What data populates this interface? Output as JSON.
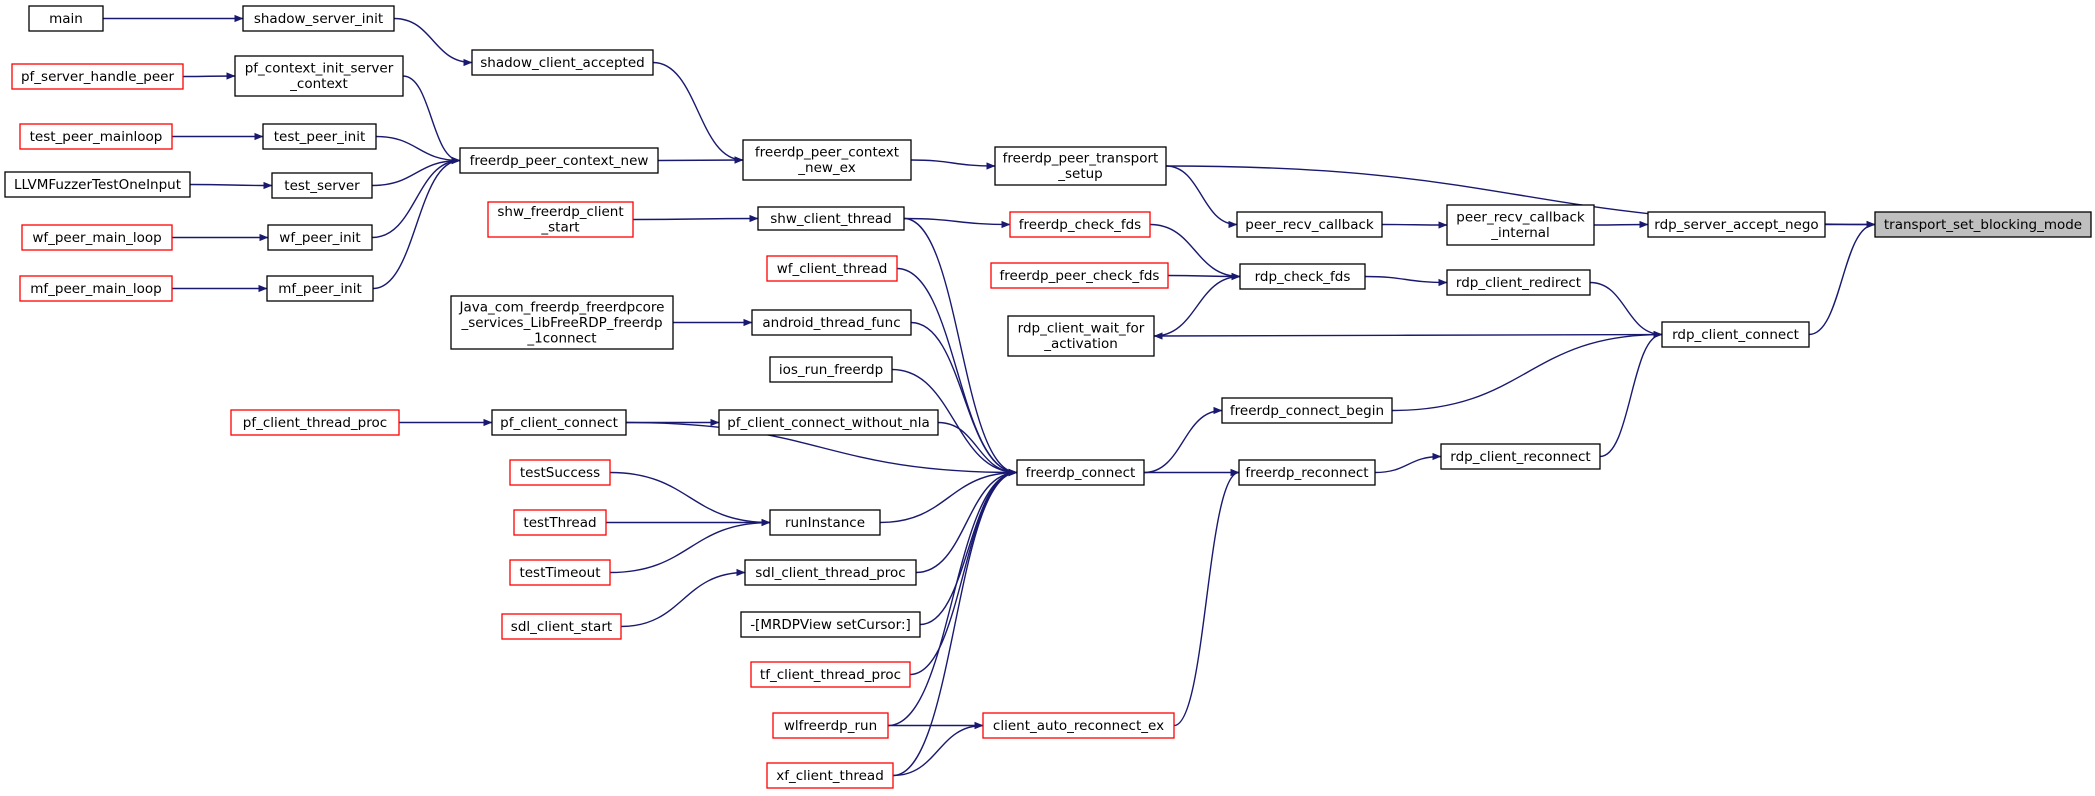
{
  "colors": {
    "edge": "#191970",
    "node_border_documented": "#000000",
    "node_border_undocumented": "#ff0000",
    "node_fill": "#ffffff",
    "root_fill": "#bfbfbf",
    "text": "#000000"
  },
  "nodes": [
    {
      "id": "main",
      "lines": [
        "main"
      ],
      "style": "black"
    },
    {
      "id": "shadow_server_init",
      "lines": [
        "shadow_server_init"
      ],
      "style": "black"
    },
    {
      "id": "shadow_client_accepted",
      "lines": [
        "shadow_client_accepted"
      ],
      "style": "black"
    },
    {
      "id": "pf_server_handle_peer",
      "lines": [
        "pf_server_handle_peer"
      ],
      "style": "red"
    },
    {
      "id": "pf_context_init_server_context",
      "lines": [
        "pf_context_init_server",
        "_context"
      ],
      "style": "black"
    },
    {
      "id": "test_peer_mainloop",
      "lines": [
        "test_peer_mainloop"
      ],
      "style": "red"
    },
    {
      "id": "test_peer_init",
      "lines": [
        "test_peer_init"
      ],
      "style": "black"
    },
    {
      "id": "LLVMFuzzerTestOneInput",
      "lines": [
        "LLVMFuzzerTestOneInput"
      ],
      "style": "black"
    },
    {
      "id": "test_server",
      "lines": [
        "test_server"
      ],
      "style": "black"
    },
    {
      "id": "wf_peer_main_loop",
      "lines": [
        "wf_peer_main_loop"
      ],
      "style": "red"
    },
    {
      "id": "wf_peer_init",
      "lines": [
        "wf_peer_init"
      ],
      "style": "black"
    },
    {
      "id": "mf_peer_main_loop",
      "lines": [
        "mf_peer_main_loop"
      ],
      "style": "red"
    },
    {
      "id": "mf_peer_init",
      "lines": [
        "mf_peer_init"
      ],
      "style": "black"
    },
    {
      "id": "freerdp_peer_context_new",
      "lines": [
        "freerdp_peer_context_new"
      ],
      "style": "black"
    },
    {
      "id": "freerdp_peer_context_new_ex",
      "lines": [
        "freerdp_peer_context",
        "_new_ex"
      ],
      "style": "black"
    },
    {
      "id": "freerdp_peer_transport_setup",
      "lines": [
        "freerdp_peer_transport",
        "_setup"
      ],
      "style": "black"
    },
    {
      "id": "peer_recv_callback",
      "lines": [
        "peer_recv_callback"
      ],
      "style": "black"
    },
    {
      "id": "peer_recv_callback_internal",
      "lines": [
        "peer_recv_callback",
        "_internal"
      ],
      "style": "black"
    },
    {
      "id": "rdp_server_accept_nego",
      "lines": [
        "rdp_server_accept_nego"
      ],
      "style": "black"
    },
    {
      "id": "transport_set_blocking_mode",
      "lines": [
        "transport_set_blocking_mode"
      ],
      "style": "root"
    },
    {
      "id": "shw_freerdp_client_start",
      "lines": [
        "shw_freerdp_client",
        "_start"
      ],
      "style": "red"
    },
    {
      "id": "shw_client_thread",
      "lines": [
        "shw_client_thread"
      ],
      "style": "black"
    },
    {
      "id": "freerdp_check_fds",
      "lines": [
        "freerdp_check_fds"
      ],
      "style": "red"
    },
    {
      "id": "freerdp_peer_check_fds",
      "lines": [
        "freerdp_peer_check_fds"
      ],
      "style": "red"
    },
    {
      "id": "rdp_check_fds",
      "lines": [
        "rdp_check_fds"
      ],
      "style": "black"
    },
    {
      "id": "rdp_client_redirect",
      "lines": [
        "rdp_client_redirect"
      ],
      "style": "black"
    },
    {
      "id": "wf_client_thread",
      "lines": [
        "wf_client_thread"
      ],
      "style": "red"
    },
    {
      "id": "rdp_client_wait_for_activation",
      "lines": [
        "rdp_client_wait_for",
        "_activation"
      ],
      "style": "black"
    },
    {
      "id": "rdp_client_connect",
      "lines": [
        "rdp_client_connect"
      ],
      "style": "black"
    },
    {
      "id": "java_connect",
      "lines": [
        "Java_com_freerdp_freerdpcore",
        "_services_LibFreeRDP_freerdp",
        "_1connect"
      ],
      "style": "black"
    },
    {
      "id": "android_thread_func",
      "lines": [
        "android_thread_func"
      ],
      "style": "black"
    },
    {
      "id": "ios_run_freerdp",
      "lines": [
        "ios_run_freerdp"
      ],
      "style": "black"
    },
    {
      "id": "freerdp_connect_begin",
      "lines": [
        "freerdp_connect_begin"
      ],
      "style": "black"
    },
    {
      "id": "pf_client_thread_proc",
      "lines": [
        "pf_client_thread_proc"
      ],
      "style": "red"
    },
    {
      "id": "pf_client_connect",
      "lines": [
        "pf_client_connect"
      ],
      "style": "black"
    },
    {
      "id": "pf_client_connect_without_nla",
      "lines": [
        "pf_client_connect_without_nla"
      ],
      "style": "black"
    },
    {
      "id": "rdp_client_reconnect",
      "lines": [
        "rdp_client_reconnect"
      ],
      "style": "black"
    },
    {
      "id": "testSuccess",
      "lines": [
        "testSuccess"
      ],
      "style": "red"
    },
    {
      "id": "freerdp_connect",
      "lines": [
        "freerdp_connect"
      ],
      "style": "black"
    },
    {
      "id": "freerdp_reconnect",
      "lines": [
        "freerdp_reconnect"
      ],
      "style": "black"
    },
    {
      "id": "testThread",
      "lines": [
        "testThread"
      ],
      "style": "red"
    },
    {
      "id": "runInstance",
      "lines": [
        "runInstance"
      ],
      "style": "black"
    },
    {
      "id": "testTimeout",
      "lines": [
        "testTimeout"
      ],
      "style": "red"
    },
    {
      "id": "sdl_client_thread_proc",
      "lines": [
        "sdl_client_thread_proc"
      ],
      "style": "black"
    },
    {
      "id": "sdl_client_start",
      "lines": [
        "sdl_client_start"
      ],
      "style": "red"
    },
    {
      "id": "mrdpview_setcursor",
      "lines": [
        "-[MRDPView setCursor:]"
      ],
      "style": "black"
    },
    {
      "id": "tf_client_thread_proc",
      "lines": [
        "tf_client_thread_proc"
      ],
      "style": "red"
    },
    {
      "id": "wlfreerdp_run",
      "lines": [
        "wlfreerdp_run"
      ],
      "style": "red"
    },
    {
      "id": "client_auto_reconnect_ex",
      "lines": [
        "client_auto_reconnect_ex"
      ],
      "style": "red"
    },
    {
      "id": "xf_client_thread",
      "lines": [
        "xf_client_thread"
      ],
      "style": "red"
    }
  ],
  "edges": [
    {
      "from": "main",
      "to": "shadow_server_init"
    },
    {
      "from": "shadow_server_init",
      "to": "shadow_client_accepted"
    },
    {
      "from": "shadow_client_accepted",
      "to": "freerdp_peer_context_new_ex"
    },
    {
      "from": "pf_server_handle_peer",
      "to": "pf_context_init_server_context"
    },
    {
      "from": "pf_context_init_server_context",
      "to": "freerdp_peer_context_new"
    },
    {
      "from": "test_peer_mainloop",
      "to": "test_peer_init"
    },
    {
      "from": "test_peer_init",
      "to": "freerdp_peer_context_new"
    },
    {
      "from": "LLVMFuzzerTestOneInput",
      "to": "test_server"
    },
    {
      "from": "test_server",
      "to": "freerdp_peer_context_new"
    },
    {
      "from": "wf_peer_main_loop",
      "to": "wf_peer_init"
    },
    {
      "from": "wf_peer_init",
      "to": "freerdp_peer_context_new"
    },
    {
      "from": "mf_peer_main_loop",
      "to": "mf_peer_init"
    },
    {
      "from": "mf_peer_init",
      "to": "freerdp_peer_context_new"
    },
    {
      "from": "freerdp_peer_context_new",
      "to": "freerdp_peer_context_new_ex"
    },
    {
      "from": "freerdp_peer_context_new_ex",
      "to": "freerdp_peer_transport_setup"
    },
    {
      "from": "freerdp_peer_transport_setup",
      "to": "transport_set_blocking_mode"
    },
    {
      "from": "freerdp_peer_transport_setup",
      "to": "peer_recv_callback"
    },
    {
      "from": "peer_recv_callback",
      "to": "peer_recv_callback_internal"
    },
    {
      "from": "peer_recv_callback_internal",
      "to": "rdp_server_accept_nego"
    },
    {
      "from": "rdp_server_accept_nego",
      "to": "transport_set_blocking_mode"
    },
    {
      "from": "shw_freerdp_client_start",
      "to": "shw_client_thread"
    },
    {
      "from": "shw_client_thread",
      "to": "freerdp_check_fds"
    },
    {
      "from": "shw_client_thread",
      "to": "freerdp_connect"
    },
    {
      "from": "freerdp_check_fds",
      "to": "rdp_check_fds"
    },
    {
      "from": "freerdp_peer_check_fds",
      "to": "rdp_check_fds"
    },
    {
      "from": "rdp_check_fds",
      "to": "rdp_client_redirect"
    },
    {
      "from": "rdp_client_wait_for_activation",
      "to": "rdp_check_fds"
    },
    {
      "from": "rdp_client_redirect",
      "to": "rdp_client_connect"
    },
    {
      "from": "rdp_client_connect",
      "to": "transport_set_blocking_mode"
    },
    {
      "from": "rdp_client_connect",
      "to": "rdp_client_wait_for_activation"
    },
    {
      "from": "wf_client_thread",
      "to": "freerdp_connect"
    },
    {
      "from": "java_connect",
      "to": "android_thread_func"
    },
    {
      "from": "android_thread_func",
      "to": "freerdp_connect"
    },
    {
      "from": "ios_run_freerdp",
      "to": "freerdp_connect"
    },
    {
      "from": "freerdp_connect",
      "to": "freerdp_connect_begin"
    },
    {
      "from": "freerdp_connect_begin",
      "to": "rdp_client_connect"
    },
    {
      "from": "pf_client_thread_proc",
      "to": "pf_client_connect"
    },
    {
      "from": "pf_client_connect",
      "to": "pf_client_connect_without_nla"
    },
    {
      "from": "pf_client_connect",
      "to": "freerdp_connect"
    },
    {
      "from": "pf_client_connect_without_nla",
      "to": "freerdp_connect"
    },
    {
      "from": "freerdp_connect",
      "to": "freerdp_reconnect"
    },
    {
      "from": "freerdp_reconnect",
      "to": "rdp_client_reconnect"
    },
    {
      "from": "rdp_client_reconnect",
      "to": "rdp_client_connect"
    },
    {
      "from": "testSuccess",
      "to": "runInstance"
    },
    {
      "from": "testThread",
      "to": "runInstance"
    },
    {
      "from": "testTimeout",
      "to": "runInstance"
    },
    {
      "from": "runInstance",
      "to": "freerdp_connect"
    },
    {
      "from": "sdl_client_start",
      "to": "sdl_client_thread_proc"
    },
    {
      "from": "sdl_client_thread_proc",
      "to": "freerdp_connect"
    },
    {
      "from": "mrdpview_setcursor",
      "to": "freerdp_connect"
    },
    {
      "from": "tf_client_thread_proc",
      "to": "freerdp_connect"
    },
    {
      "from": "wlfreerdp_run",
      "to": "freerdp_connect"
    },
    {
      "from": "wlfreerdp_run",
      "to": "client_auto_reconnect_ex"
    },
    {
      "from": "xf_client_thread",
      "to": "freerdp_connect"
    },
    {
      "from": "xf_client_thread",
      "to": "client_auto_reconnect_ex"
    },
    {
      "from": "client_auto_reconnect_ex",
      "to": "freerdp_reconnect"
    }
  ]
}
